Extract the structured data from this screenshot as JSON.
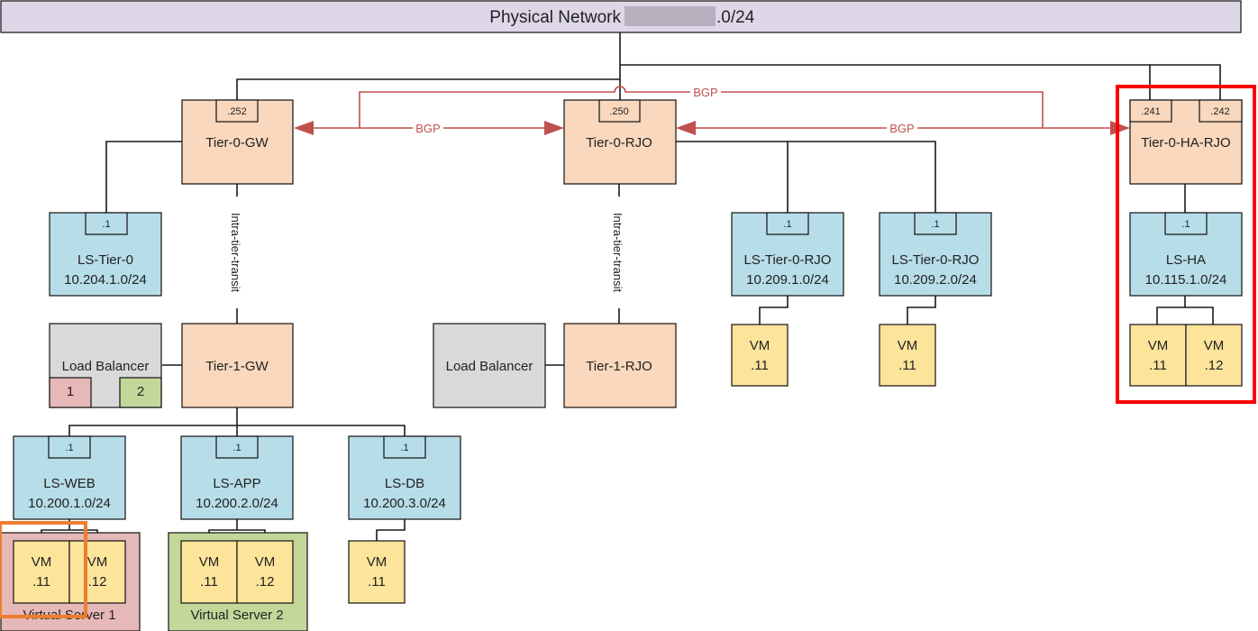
{
  "colors": {
    "network_bg": "#ddd7e8",
    "tier_bg": "#f9d8bd",
    "segment_bg": "#b7dde8",
    "vm_bg": "#fde49b",
    "lb_bg": "#d9d9d9",
    "vs1_bg": "#e6b8b7",
    "vs2_bg": "#c4d79b",
    "bgp_line": "#c0504d",
    "highlight_red": "#ff0000",
    "highlight_orange": "#ed7d31",
    "redacted": "#b8b0bf"
  },
  "physical_network": {
    "label": "Physical Network",
    "suffix": ".0/24"
  },
  "tier0": {
    "gw": {
      "name": "Tier-0-GW",
      "port": ".252"
    },
    "rjo": {
      "name": "Tier-0-RJO",
      "port": ".250"
    },
    "ha_rjo": {
      "name": "Tier-0-HA-RJO",
      "ports": [
        ".241",
        ".242"
      ]
    }
  },
  "bgp": {
    "label_gw_rjo": "BGP",
    "label_rjo_ha": "BGP",
    "label_gw_ha": "BGP"
  },
  "transit": {
    "gw_label": "Intra-tier-transit",
    "rjo_label": "Intra-tier-transit"
  },
  "segments": {
    "ls_tier0": {
      "name": "LS-Tier-0",
      "subnet": "10.204.1.0/24",
      "port": ".1"
    },
    "ls_tier0_rjo_1": {
      "name": "LS-Tier-0-RJO",
      "subnet": "10.209.1.0/24",
      "port": ".1"
    },
    "ls_tier0_rjo_2": {
      "name": "LS-Tier-0-RJO",
      "subnet": "10.209.2.0/24",
      "port": ".1"
    },
    "ls_ha": {
      "name": "LS-HA",
      "subnet": "10.115.1.0/24",
      "port": ".1"
    },
    "ls_web": {
      "name": "LS-WEB",
      "subnet": "10.200.1.0/24",
      "port": ".1"
    },
    "ls_app": {
      "name": "LS-APP",
      "subnet": "10.200.2.0/24",
      "port": ".1"
    },
    "ls_db": {
      "name": "LS-DB",
      "subnet": "10.200.3.0/24",
      "port": ".1"
    }
  },
  "tier1": {
    "gw": {
      "name": "Tier-1-GW"
    },
    "rjo": {
      "name": "Tier-1-RJO"
    }
  },
  "load_balancers": {
    "gw": {
      "name": "Load Balancer",
      "vs_tags": [
        "1",
        "2"
      ]
    },
    "rjo": {
      "name": "Load Balancer"
    }
  },
  "virtual_servers": {
    "vs1": {
      "label": "Virtual Server 1"
    },
    "vs2": {
      "label": "Virtual Server 2"
    }
  },
  "vms": {
    "rjo1_vm": {
      "title": "VM",
      "ip": ".11"
    },
    "rjo2_vm": {
      "title": "VM",
      "ip": ".11"
    },
    "ha_vm1": {
      "title": "VM",
      "ip": ".11"
    },
    "ha_vm2": {
      "title": "VM",
      "ip": ".12"
    },
    "web_vm1": {
      "title": "VM",
      "ip": ".11"
    },
    "web_vm2": {
      "title": "VM",
      "ip": ".12"
    },
    "app_vm1": {
      "title": "VM",
      "ip": ".11"
    },
    "app_vm2": {
      "title": "VM",
      "ip": ".12"
    },
    "db_vm1": {
      "title": "VM",
      "ip": ".11"
    }
  }
}
